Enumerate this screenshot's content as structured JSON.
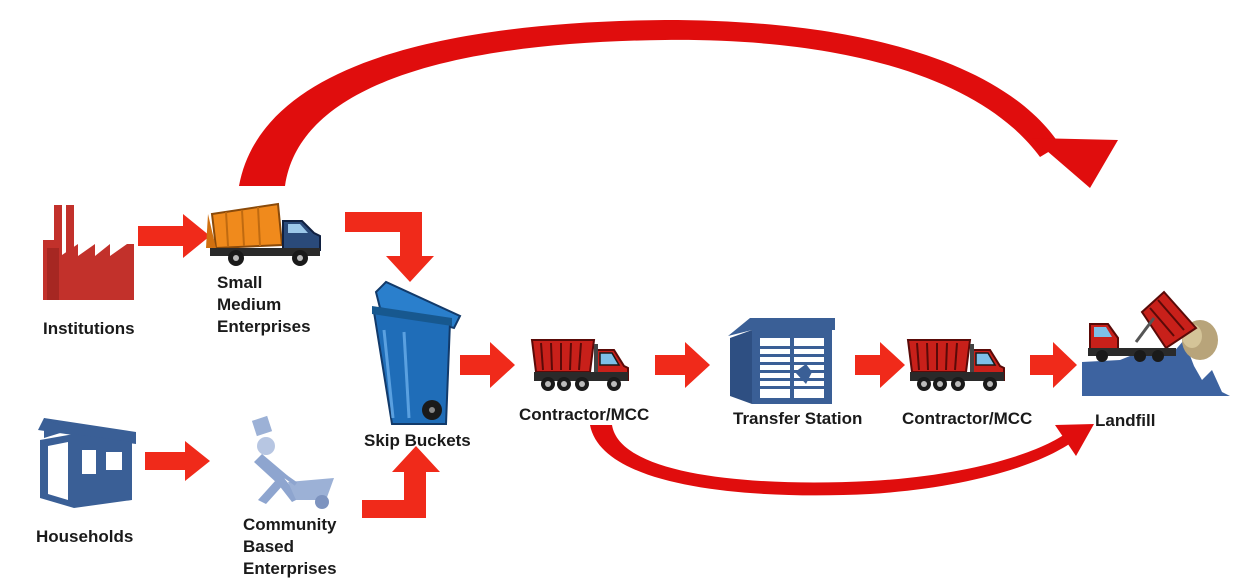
{
  "colors": {
    "arrow_red": "#f02a1a",
    "curve_red": "#e00d0d",
    "factory_red": "#c2312b",
    "house_blue": "#3a5f96",
    "bin_blue": "#1f6db8",
    "truck_orange": "#f08a1c",
    "truck_red": "#c8201a",
    "cbe_blue": "#9cb1d6",
    "landfill_blue": "#3d63a0"
  },
  "nodes": {
    "institutions": {
      "label": "Institutions",
      "icon": "factory-icon"
    },
    "sme": {
      "lines": [
        "Small",
        "Medium",
        "Enterprises"
      ],
      "icon": "garbage-truck-icon"
    },
    "households": {
      "label": "Households",
      "icon": "house-icon"
    },
    "cbe": {
      "lines": [
        "Community",
        "Based",
        "Enterprises"
      ],
      "icon": "wheelbarrow-worker-icon"
    },
    "skip": {
      "label": "Skip Buckets",
      "icon": "wheelie-bin-icon"
    },
    "contractor1": {
      "label": "Contractor/MCC",
      "icon": "dump-truck-icon"
    },
    "transfer": {
      "label": "Transfer Station",
      "icon": "transfer-station-icon"
    },
    "contractor2": {
      "label": "Contractor/MCC",
      "icon": "dump-truck-icon"
    },
    "landfill": {
      "label": "Landfill",
      "icon": "landfill-dump-icon"
    }
  }
}
